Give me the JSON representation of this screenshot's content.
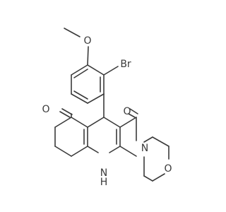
{
  "molecule": {
    "type": "skeletal-structure",
    "bond_color": "#3a3a3a",
    "background": "#ffffff",
    "atom_labels": {
      "methoxy_oxygen": "O",
      "bromine": "Br",
      "ketone_oxygen": "O",
      "amide_oxygen": "O",
      "morpholine_nitrogen": "N",
      "morpholine_oxygen": "O",
      "ring_nh_n": "N",
      "ring_nh_h": "H"
    }
  }
}
